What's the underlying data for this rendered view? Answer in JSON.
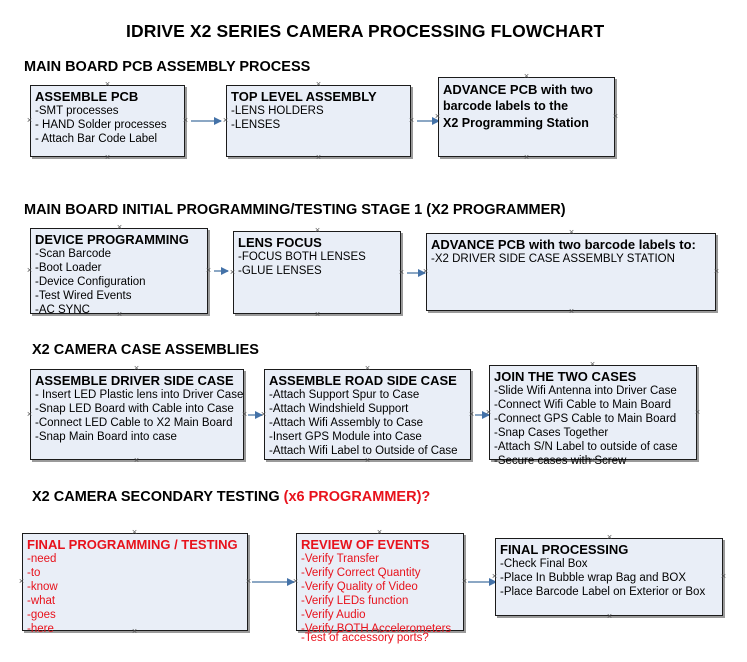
{
  "document": {
    "title": "IDRIVE X2  SERIES CAMERA PROCESSING FLOWCHART"
  },
  "sections": [
    {
      "heading": "MAIN BOARD PCB ASSEMBLY PROCESS",
      "heading_accent": "",
      "boxes": [
        {
          "title": "ASSEMBLE PCB",
          "lines": [
            "-SMT processes",
            "- HAND Solder processes",
            "- Attach Bar Code Label"
          ],
          "style": "normal"
        },
        {
          "title": "TOP LEVEL ASSEMBLY",
          "lines": [
            "-LENS HOLDERS",
            "-LENSES"
          ],
          "style": "normal"
        },
        {
          "title": "ADVANCE PCB with two",
          "lines": [
            "barcode labels to the",
            " X2 Programming Station"
          ],
          "style": "allbold"
        }
      ]
    },
    {
      "heading": "MAIN BOARD INITIAL PROGRAMMING/TESTING STAGE 1 (X2 PROGRAMMER)",
      "heading_accent": "",
      "boxes": [
        {
          "title": "DEVICE PROGRAMMING",
          "lines": [
            "-Scan Barcode",
            "-Boot Loader",
            "-Device Configuration",
            "-Test Wired Events",
            "-AC SYNC"
          ],
          "style": "normal"
        },
        {
          "title": "LENS FOCUS",
          "lines": [
            "-FOCUS BOTH LENSES",
            "-GLUE LENSES"
          ],
          "style": "normal"
        },
        {
          "title": "ADVANCE PCB with two barcode labels to:",
          "lines": [
            "-X2 DRIVER  SIDE  CASE  ASSEMBLY STATION"
          ],
          "style": "normal"
        }
      ]
    },
    {
      "heading": "X2 CAMERA CASE ASSEMBLIES",
      "heading_accent": "",
      "boxes": [
        {
          "title": "ASSEMBLE DRIVER SIDE CASE",
          "lines": [
            "- Insert LED Plastic lens into Driver Case",
            "-Snap LED Board with Cable into Case",
            "-Connect LED Cable to X2 Main Board",
            "-Snap Main Board into case"
          ],
          "style": "normal"
        },
        {
          "title": "ASSEMBLE ROAD SIDE CASE",
          "lines": [
            "-Attach Support Spur to Case",
            "-Attach Windshield Support",
            "-Attach Wifi Assembly to Case",
            "-Insert GPS Module into Case",
            "-Attach Wifi Label to Outside of Case"
          ],
          "style": "normal"
        },
        {
          "title": "JOIN THE TWO CASES",
          "lines": [
            "-Slide Wifi Antenna into Driver Case",
            "-Connect Wifi Cable to Main Board",
            "-Connect GPS Cable to Main Board",
            "-Snap Cases Together",
            "-Attach S/N Label to outside of case",
            "-Secure cases with Screw"
          ],
          "style": "normal"
        }
      ]
    },
    {
      "heading": "X2 CAMERA SECONDARY TESTING ",
      "heading_accent": "(x6 PROGRAMMER)?",
      "boxes": [
        {
          "title": "FINAL PROGRAMMING / TESTING",
          "lines": [
            "-need",
            "-to",
            "-know",
            "-what",
            "-goes",
            "-here"
          ],
          "style": "red"
        },
        {
          "title": "REVIEW OF EVENTS",
          "lines": [
            "-Verify Transfer",
            "-Verify Correct Quantity",
            "-Verify Quality of Video",
            "-Verify LEDs function",
            "-Verify Audio",
            "-Verify BOTH Accelerometers"
          ],
          "overflow_line": "-Test of accessory ports?",
          "style": "red"
        },
        {
          "title": "FINAL PROCESSING",
          "lines": [
            " -Check Final Box",
            "-Place In Bubble wrap Bag and BOX",
            "-Place Barcode Label on Exterior or Box"
          ],
          "style": "normal"
        }
      ]
    }
  ],
  "colors": {
    "box_fill": "#e9eef7",
    "box_border": "#1b1b1b",
    "accent_red": "#e8121c",
    "connector": "#8ba7c4",
    "arrowhead": "#4472a8",
    "text": "#000000"
  }
}
